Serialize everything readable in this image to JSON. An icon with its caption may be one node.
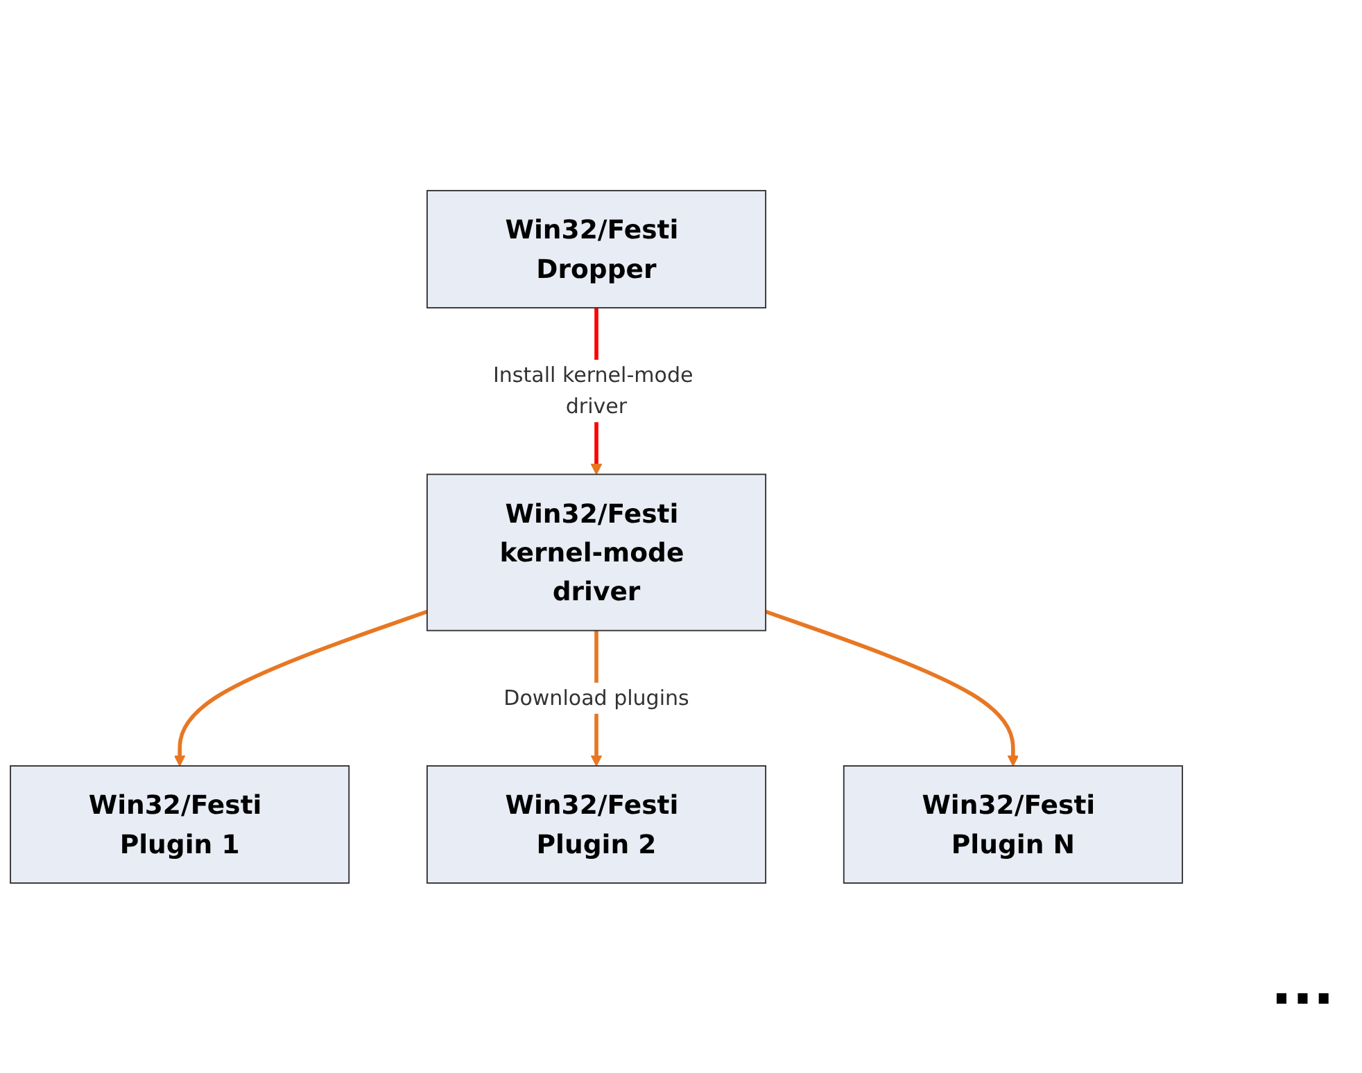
{
  "diagram": {
    "nodes": [
      {
        "text": [
          "Win32/Festi Dropper"
        ]
      },
      {
        "text": [
          "Win32/Festi kernel-mode driver"
        ]
      },
      {
        "text": [
          "Win32/Festi Plugin 1"
        ]
      },
      {
        "text": [
          "Win32/Festi Plugin 2"
        ]
      },
      {
        "text": [
          "Win32/Festi Plugin N"
        ]
      }
    ],
    "edges": [
      {
        "from": 0,
        "to": 1,
        "arrow": "to",
        "label": "Install kernel-mode driver",
        "color": "#ff0000"
      },
      {
        "from": 1,
        "to": 2,
        "arrow": "to"
      },
      {
        "from": 1,
        "to": 3,
        "arrow": "to",
        "label": "Download plugins"
      },
      {
        "from": 1,
        "to": 4,
        "arrow": "to"
      }
    ],
    "labels": [
      "..."
    ]
  }
}
